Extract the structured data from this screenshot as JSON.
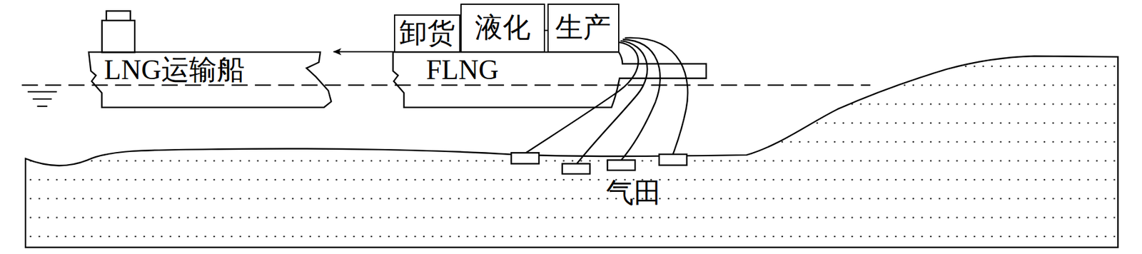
{
  "diagram": {
    "nodes": [
      {
        "text": [
          "LNG运输船"
        ]
      },
      {
        "text": [
          "FLNG"
        ]
      },
      {
        "text": [
          "卸货"
        ]
      },
      {
        "text": [
          "液化"
        ]
      },
      {
        "text": [
          "生产"
        ]
      }
    ],
    "edges": [
      {
        "from": 2,
        "to": 0,
        "arrow": "to"
      },
      {
        "from": 3,
        "to": 4,
        "arrow": "none"
      }
    ],
    "labels": [
      "气田"
    ]
  }
}
